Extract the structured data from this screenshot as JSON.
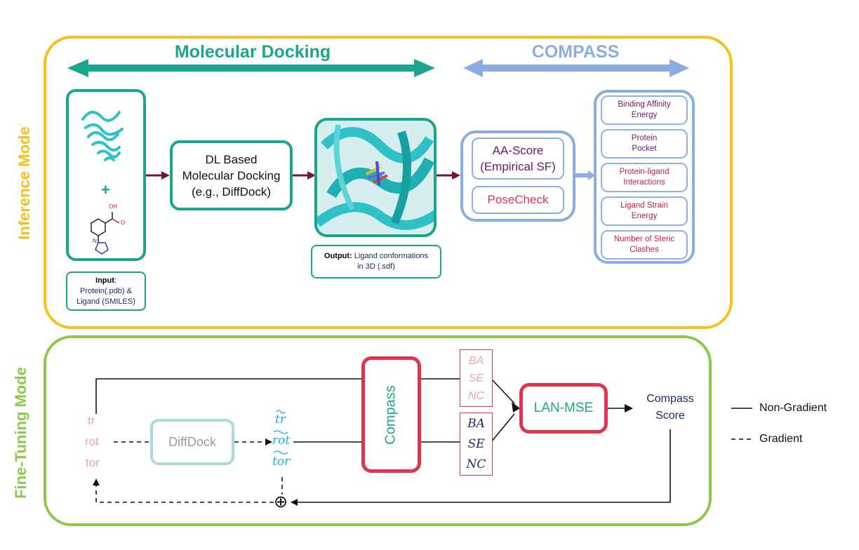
{
  "colors": {
    "inference_border": "#f5c01a",
    "finetune_border": "#8cc84b",
    "teal": "#1aa58c",
    "compass_blue": "#8aaee0",
    "arrow_maroon": "#7a1040",
    "crimson": "#e0344e",
    "pink_text": "#f0a4a4",
    "cyan_text": "#1ab0e0",
    "navy_text": "#1a2a6a",
    "purple_text": "#6a1a6a",
    "diffdock_border": "#a8dcd8",
    "diffdock_text": "#9a9a9a"
  },
  "inference": {
    "side_label": "Inference Mode",
    "header_docking": "Molecular Docking",
    "header_compass": "COMPASS",
    "plus": "+",
    "ligand_oh": "OH",
    "ligand_o": "O",
    "ligand_n": "N",
    "input_caption": {
      "label": "Input",
      "colon": ":",
      "line1": "Protein(.pdb) &",
      "line2": "Ligand (SMILES)"
    },
    "dl_box": {
      "line1": "DL Based",
      "line2": "Molecular Docking",
      "line3": "(e.g., DiffDock)"
    },
    "output_caption": {
      "label": "Output:",
      "line1_rest": "Ligand conformations",
      "line2": "in 3D (.sdf)"
    },
    "scorers": {
      "aa_score_1": "AA-Score",
      "aa_score_2": "(Empirical SF)",
      "posecheck": "PoseCheck"
    },
    "metrics": [
      {
        "line1": "Binding Affinity",
        "line2": "Energy"
      },
      {
        "line1": "Protein",
        "line2": "Pocket"
      },
      {
        "line1": "Protein-ligand",
        "line2": "Interactions"
      },
      {
        "line1": "Ligand Strain",
        "line2": "Energy"
      },
      {
        "line1": "Number of Steric",
        "line2": "Clashes"
      }
    ]
  },
  "finetune": {
    "side_label": "Fine-Tuning Mode",
    "inputs": [
      "tr",
      "rot",
      "tor"
    ],
    "diffdock": "DiffDock",
    "predicted": [
      "tr",
      "rot",
      "tor"
    ],
    "compass": "Compass",
    "ref_metrics": [
      "BA",
      "SE",
      "NC"
    ],
    "pred_metrics": [
      "BA",
      "SE",
      "NC"
    ],
    "lan_mse": "LAN-MSE",
    "score_line1": "Compass",
    "score_line2": "Score",
    "plus_circle": "⊕"
  },
  "legend": {
    "solid": "Non-Gradient",
    "dashed": "Gradient"
  }
}
